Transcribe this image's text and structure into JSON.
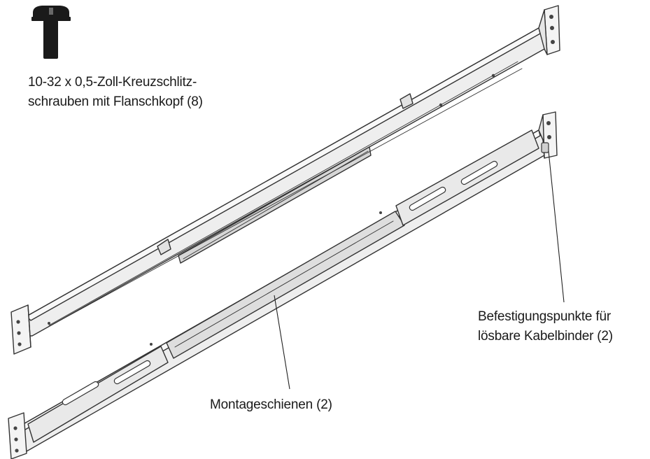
{
  "labels": {
    "screw": {
      "line1": "10-32 x 0,5-Zoll-Kreuzschlitz-",
      "line2": "schrauben mit Flanschkopf (8)"
    },
    "cable_tie_points": {
      "line1": "Befestigungspunkte für",
      "line2": "lösbare Kabelbinder (2)"
    },
    "mounting_rails": {
      "line1": "Montageschienen (2)"
    }
  },
  "colors": {
    "rail_fill": "#eeeeee",
    "rail_shade": "#d6d6d6",
    "rail_light": "#f8f8f8",
    "outline": "#333333",
    "screw": "#1a1a1a",
    "text": "#1a1a1a"
  }
}
